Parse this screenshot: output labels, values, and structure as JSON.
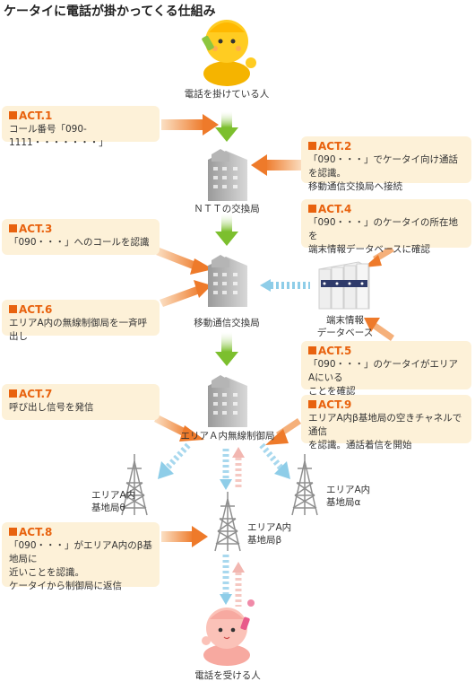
{
  "title": "ケータイに電話が掛かってくる仕組み",
  "nodes": {
    "caller": "電話を掛けている人",
    "ntt": "ＮＴＴの交換局",
    "mobile_exchange": "移動通信交換局",
    "database": [
      "端末情報",
      "データベース"
    ],
    "controller": "エリアＡ内無線制御局",
    "station_theta": [
      "エリアA内",
      "基地局θ"
    ],
    "station_alpha": [
      "エリアA内",
      "基地局α"
    ],
    "station_beta": [
      "エリアA内",
      "基地局β"
    ],
    "receiver": "電話を受ける人"
  },
  "acts": [
    {
      "id": "act1",
      "head": "ACT.1",
      "lines": [
        "コール番号「090-1111・・・・・・・」"
      ]
    },
    {
      "id": "act2",
      "head": "ACT.2",
      "lines": [
        "「090・・・」でケータイ向け通話を認識。",
        "移動通信交換局へ接続"
      ]
    },
    {
      "id": "act3",
      "head": "ACT.3",
      "lines": [
        "「090・・・」へのコールを認識"
      ]
    },
    {
      "id": "act4",
      "head": "ACT.4",
      "lines": [
        "「090・・・」のケータイの所在地を",
        "端末情報データベースに確認"
      ]
    },
    {
      "id": "act5",
      "head": "ACT.5",
      "lines": [
        "「090・・・」のケータイがエリアAにいる",
        "ことを確認"
      ]
    },
    {
      "id": "act6",
      "head": "ACT.6",
      "lines": [
        "エリアA内の無線制御局を一斉呼出し"
      ]
    },
    {
      "id": "act7",
      "head": "ACT.7",
      "lines": [
        "呼び出し信号を発信"
      ]
    },
    {
      "id": "act8",
      "head": "ACT.8",
      "lines": [
        "「090・・・」がエリアA内のβ基地局に",
        "近いことを認識。",
        "ケータイから制御局に返信"
      ]
    },
    {
      "id": "act9",
      "head": "ACT.9",
      "lines": [
        "エリアA内β基地局の空きチャネルで通信",
        "を認識。通話着信を開始"
      ]
    }
  ],
  "colors": {
    "act_head": "#e8620e",
    "box_bg": "#fdf1d8",
    "green_arrow": "#8cc63f",
    "orange_arrow": "#f08a3c",
    "blue_arrow": "#8ecde8",
    "pink_arrow": "#f2b6b0"
  },
  "icons": {
    "caller": "person-yellow-icon",
    "receiver": "person-pink-icon",
    "building": "building-icon",
    "database": "server-icon",
    "tower": "radio-tower-icon"
  }
}
